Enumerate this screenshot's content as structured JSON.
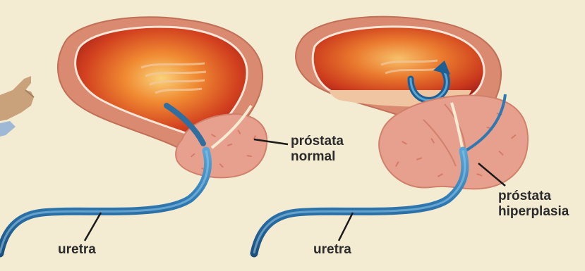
{
  "labels": {
    "prostata_normal": {
      "line1": "próstata",
      "line2": "normal"
    },
    "uretra_left": "uretra",
    "prostata_hiperplasia": {
      "line1": "próstata",
      "line2": "hiperplasia"
    },
    "uretra_right": "uretra"
  },
  "colors": {
    "background": "#f3ecd3",
    "bladder_wall": "#d98a70",
    "bladder_inner_hot": "#f7b23a",
    "bladder_inner_dark": "#b8321e",
    "prostate": "#e8a08e",
    "urethra": "#2d78b0",
    "leader_line": "#1a1a1a"
  },
  "icons": [
    "pointing-hand-icon",
    "reflux-arrow-icon"
  ]
}
